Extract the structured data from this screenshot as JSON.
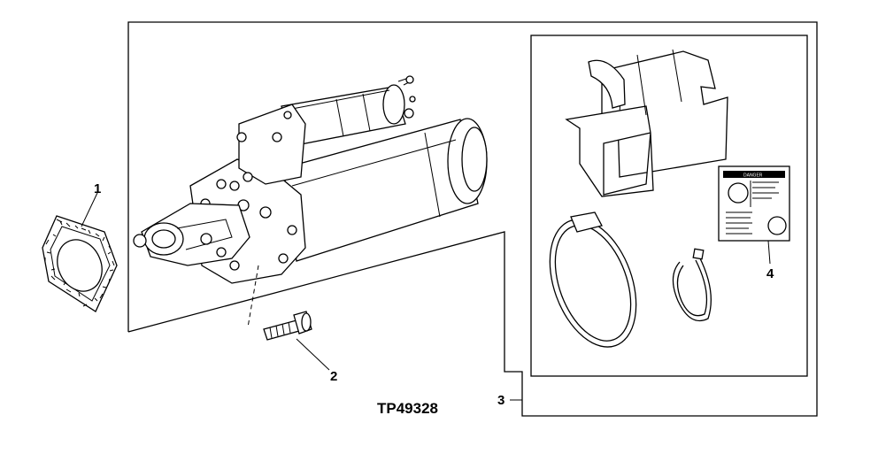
{
  "figure_code": "TP49328",
  "callouts": {
    "c1": "1",
    "c2": "2",
    "c3": "3",
    "c4": "4"
  },
  "decal": {
    "header": "DANGER"
  },
  "colors": {
    "line": "#000000",
    "background": "#ffffff"
  }
}
